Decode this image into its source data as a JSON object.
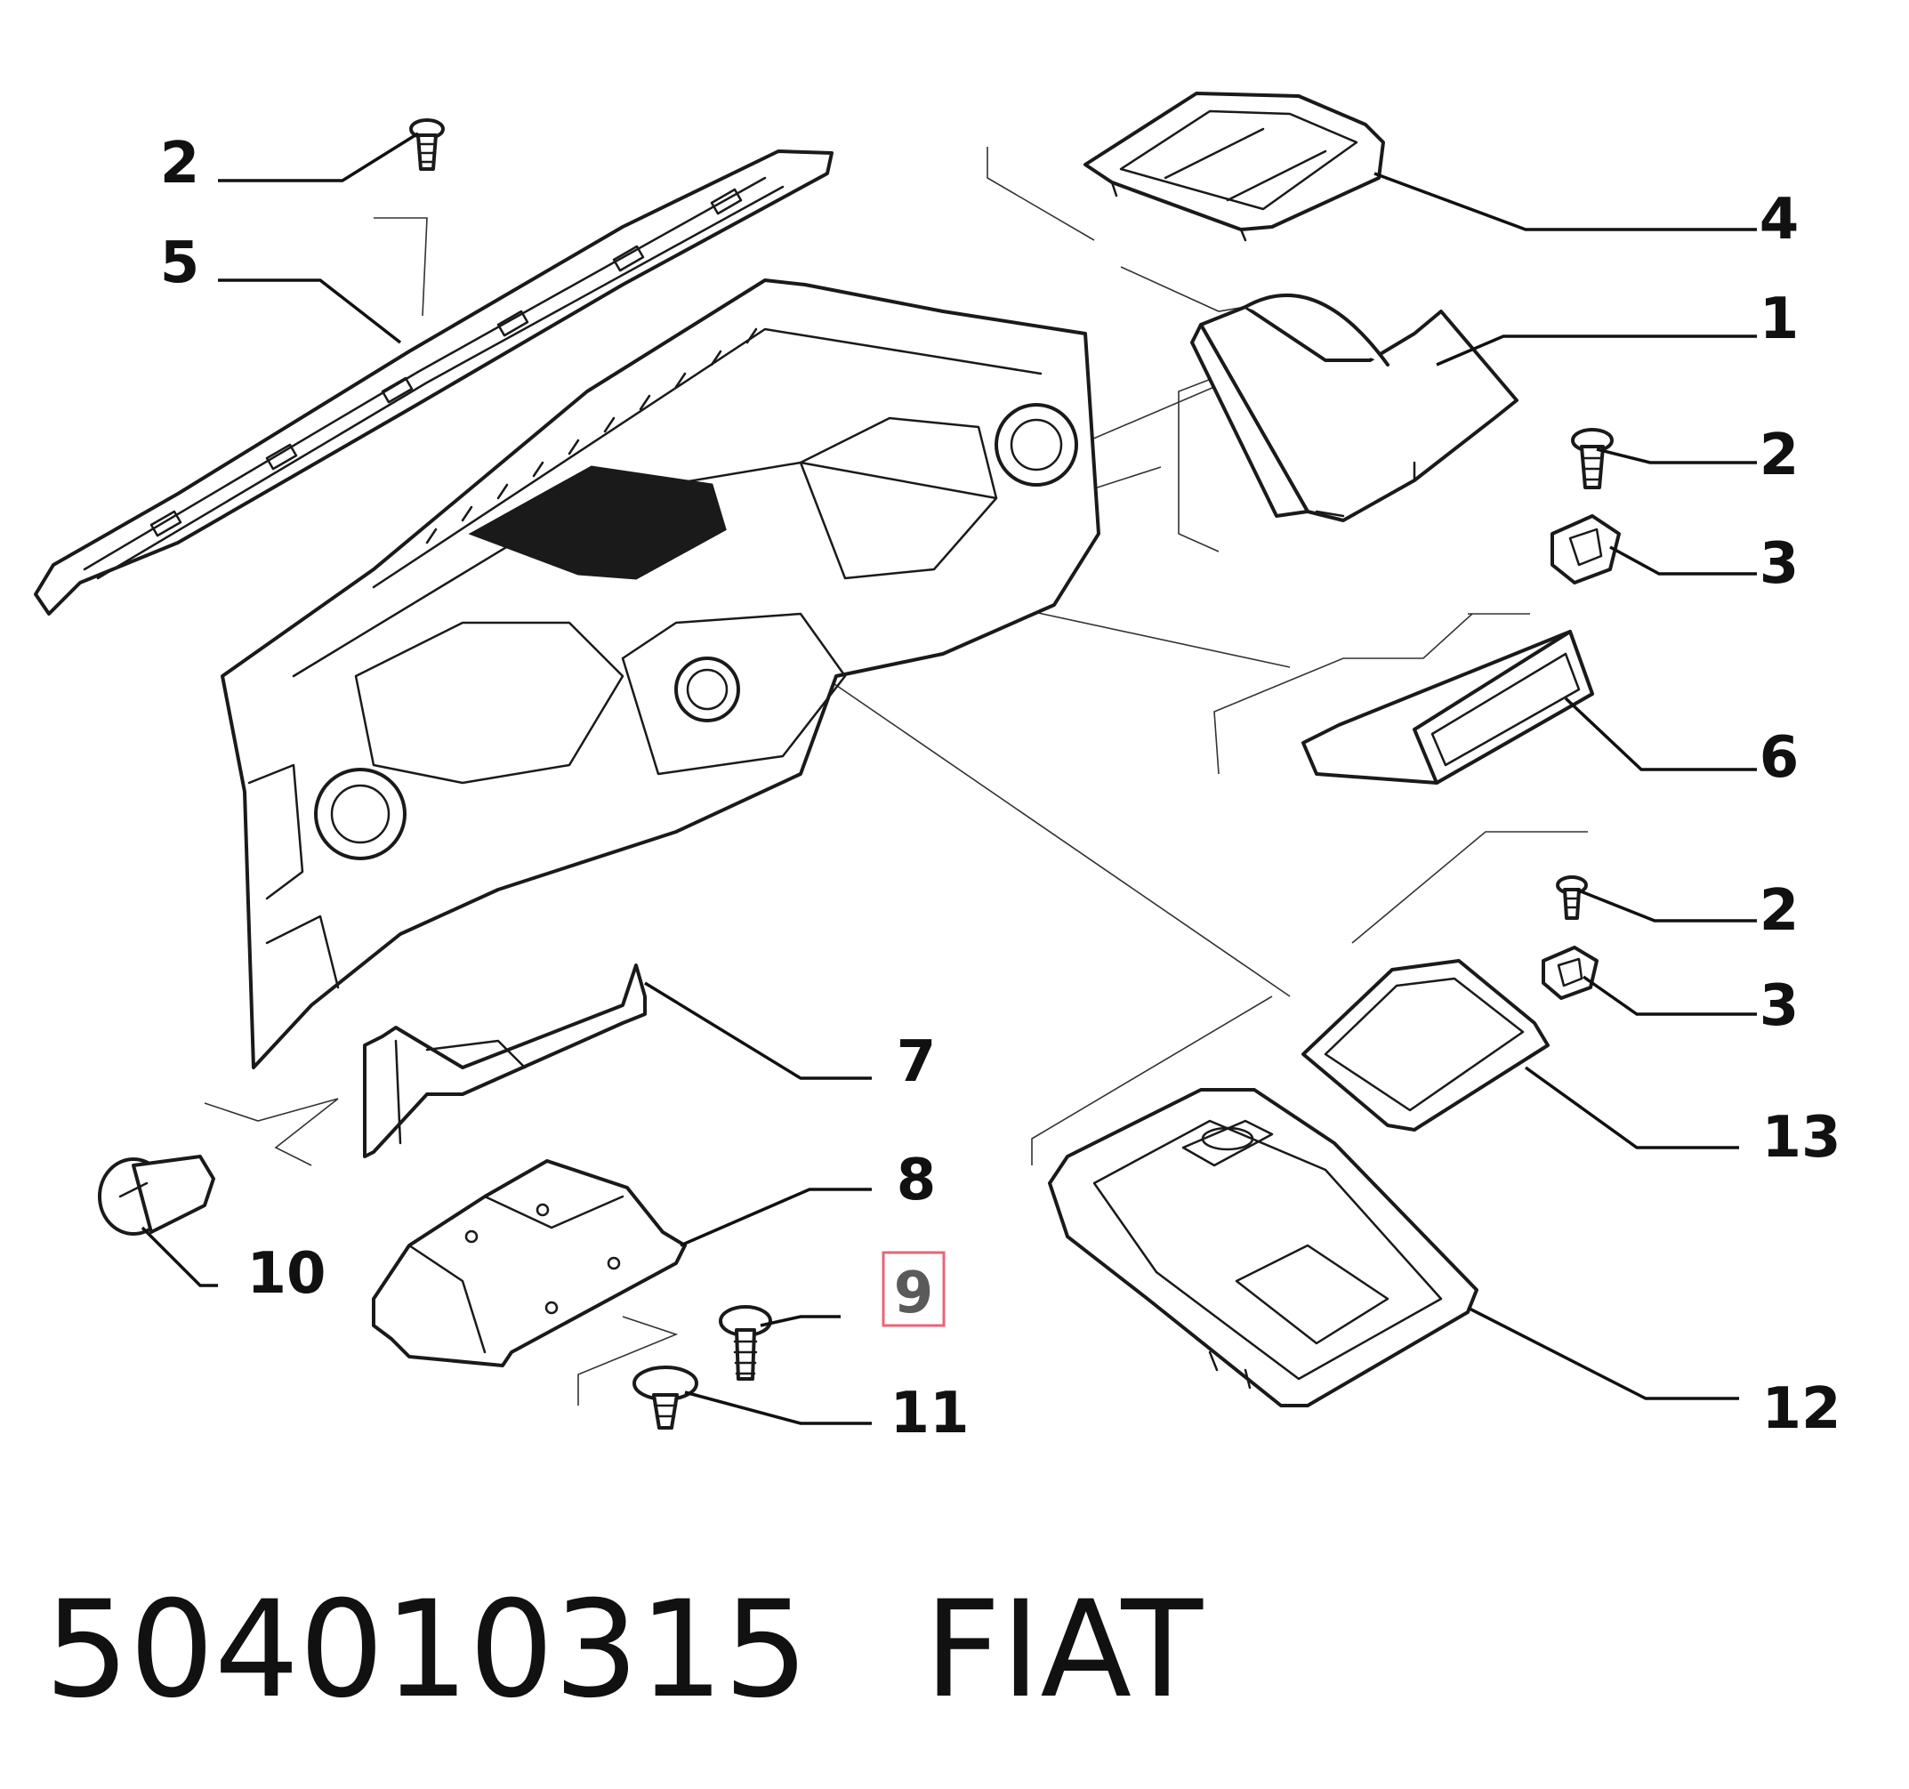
{
  "callouts": [
    {
      "id": "c2a",
      "label": "2"
    },
    {
      "id": "c5",
      "label": "5"
    },
    {
      "id": "c4",
      "label": "4"
    },
    {
      "id": "c1",
      "label": "1"
    },
    {
      "id": "c2b",
      "label": "2"
    },
    {
      "id": "c3a",
      "label": "3"
    },
    {
      "id": "c6",
      "label": "6"
    },
    {
      "id": "c2c",
      "label": "2"
    },
    {
      "id": "c3b",
      "label": "3"
    },
    {
      "id": "c13",
      "label": "13"
    },
    {
      "id": "c7",
      "label": "7"
    },
    {
      "id": "c8",
      "label": "8"
    },
    {
      "id": "c9",
      "label": "9"
    },
    {
      "id": "c10",
      "label": "10"
    },
    {
      "id": "c11",
      "label": "11"
    },
    {
      "id": "c12",
      "label": "12"
    }
  ],
  "highlight": {
    "label": "9",
    "border_color": "#e8657a",
    "fill_color": "#fde8ec",
    "text_color": "#5a5a5a"
  },
  "footer": {
    "part_number": "504010315",
    "brand": "FIAT"
  }
}
